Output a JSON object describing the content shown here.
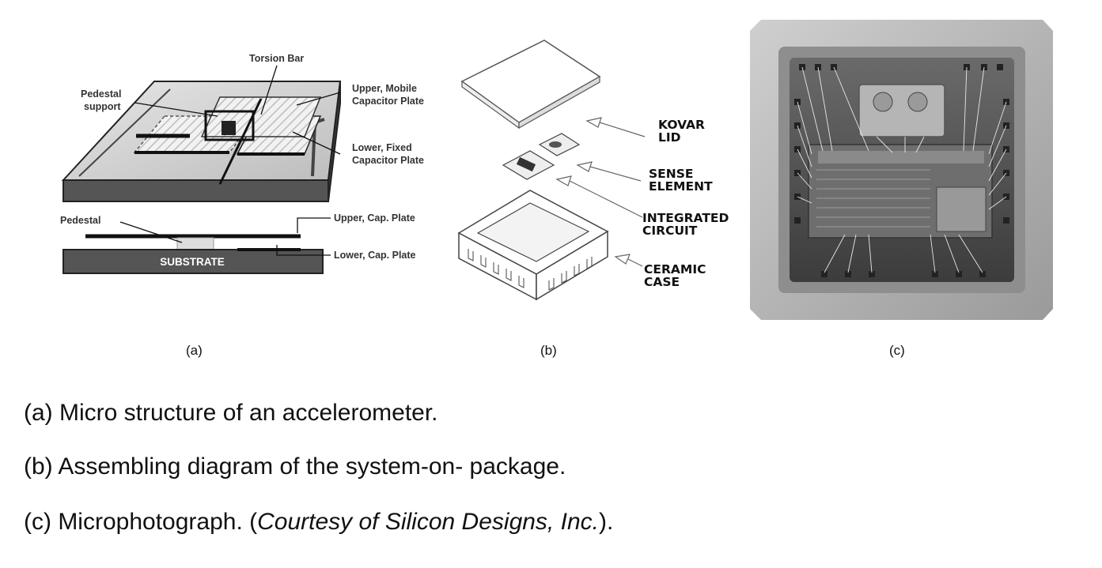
{
  "panel_a": {
    "labels": {
      "torsion_bar": "Torsion Bar",
      "pedestal_support_1": "Pedestal",
      "pedestal_support_2": "support",
      "upper_mobile_1": "Upper, Mobile",
      "upper_mobile_2": "Capacitor Plate",
      "lower_fixed_1": "Lower, Fixed",
      "lower_fixed_2": "Capacitor Plate",
      "pedestal": "Pedestal",
      "upper_cap_plate": "Upper, Cap. Plate",
      "substrate": "SUBSTRATE",
      "lower_cap_plate": "Lower, Cap. Plate"
    },
    "sub_label": "(a)"
  },
  "panel_b": {
    "labels": {
      "kovar_1": "KOVAR",
      "kovar_2": "LID",
      "sense_1": "SENSE",
      "sense_2": "ELEMENT",
      "ic_1": "INTEGRATED",
      "ic_2": "CIRCUIT",
      "ceramic_1": "CERAMIC",
      "ceramic_2": "CASE"
    },
    "sub_label": "(b)"
  },
  "panel_c": {
    "sub_label": "(c)"
  },
  "captions": {
    "a": "(a) Micro structure of an accelerometer.",
    "b": "(b) Assembling diagram of the system-on- package.",
    "c_prefix": "(c) Microphotograph. (",
    "c_italic": "Courtesy of Silicon Designs, Inc.",
    "c_suffix": ")."
  }
}
